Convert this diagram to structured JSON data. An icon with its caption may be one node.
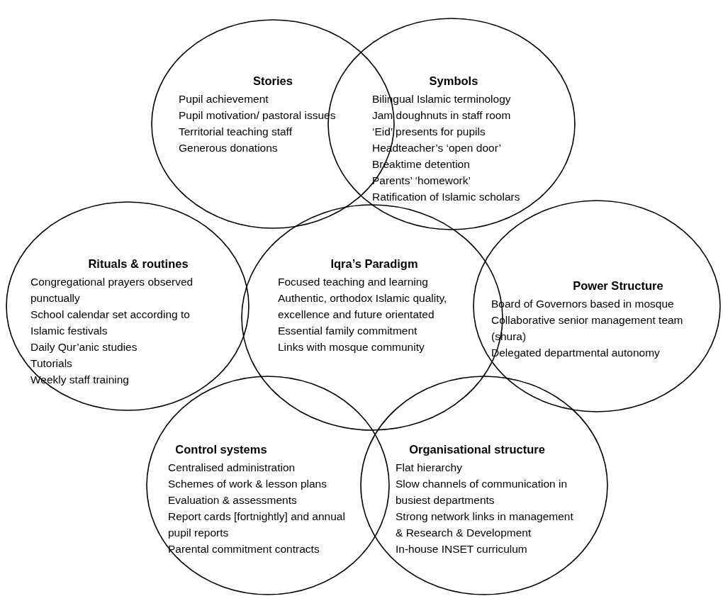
{
  "diagram": {
    "nodes": [
      {
        "text": [
          "Stories",
          "Pupil achievement",
          "Pupil motivation/ pastoral issues",
          "Territorial teaching staff",
          "Generous donations"
        ]
      },
      {
        "text": [
          "Symbols",
          "Bilingual Islamic terminology",
          "Jam doughnuts in staff room",
          "‘Eid’ presents for pupils",
          "Headteacher’s ‘open door’",
          "Breaktime detention",
          "Parents’ ‘homework’",
          "Ratification of Islamic scholars"
        ]
      },
      {
        "text": [
          "Rituals & routines",
          "Congregational prayers observed punctually",
          "School calendar set according to Islamic festivals",
          "Daily Qur’anic studies",
          "Tutorials",
          "Weekly staff training"
        ]
      },
      {
        "text": [
          "Iqra’s Paradigm",
          "Focused teaching and learning",
          "Authentic, orthodox Islamic quality, excellence and future orientated",
          "Essential family commitment",
          "Links with mosque community"
        ]
      },
      {
        "text": [
          "Power Structure",
          "Board of Governors based in mosque",
          "Collaborative senior management team (shura)",
          "Delegated departmental autonomy"
        ]
      },
      {
        "text": [
          "Control systems",
          "Centralised administration",
          "Schemes of work & lesson plans",
          "Evaluation & assessments",
          "Report cards [fortnightly] and annual pupil reports",
          "Parental commitment contracts"
        ]
      },
      {
        "text": [
          "Organisational structure",
          "Flat hierarchy",
          "Slow channels of communication in busiest departments",
          "Strong network links in management & Research & Development",
          "In-house INSET curriculum"
        ]
      }
    ]
  }
}
